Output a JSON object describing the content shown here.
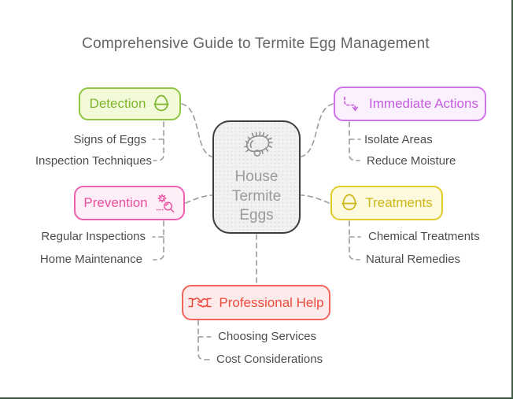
{
  "page": {
    "title": "Comprehensive Guide to Termite Egg Management"
  },
  "nodes": {
    "center": {
      "label": "House Termite Eggs",
      "icon": "termite-icon"
    },
    "detection": {
      "label": "Detection",
      "icon": "egg-icon"
    },
    "immediate_actions": {
      "label": "Immediate Actions",
      "icon": "dashed-arrow-down-icon"
    },
    "prevention": {
      "label": "Prevention",
      "icon": "germ-magnifier-icon"
    },
    "treatments": {
      "label": "Treatments",
      "icon": "egg-icon"
    },
    "professional_help": {
      "label": "Professional Help",
      "icon": "handshake-icon"
    }
  },
  "subitems": {
    "detection": [
      "Signs of Eggs",
      "Inspection Techniques"
    ],
    "immediate_actions": [
      "Isolate Areas",
      "Reduce Moisture"
    ],
    "prevention": [
      "Regular Inspections",
      "Home Maintenance"
    ],
    "treatments": [
      "Chemical Treatments",
      "Natural Remedies"
    ],
    "professional_help": [
      "Choosing Services",
      "Cost Considerations"
    ]
  },
  "colors": {
    "title_text": "#646464",
    "detection_accent": "#8dc63f",
    "immediate_actions_accent": "#d073eb",
    "prevention_accent": "#ef5fb0",
    "treatments_accent": "#e2cb24",
    "professional_help_accent": "#f3655c",
    "center_border": "#3e3e3e",
    "center_fill": "#f1f1f1",
    "connector_gray": "#9b9b9b",
    "subitem_text": "#4d4d4d",
    "frame_green": "#35523a"
  }
}
